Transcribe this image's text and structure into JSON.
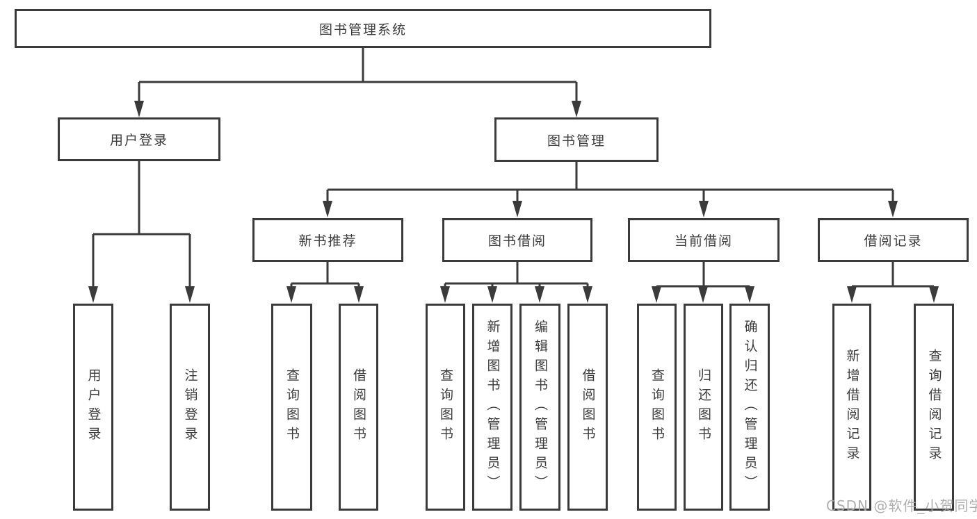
{
  "watermark": {
    "text": "CSDN @软件_小贺同学",
    "color": "#a8a8a8"
  },
  "colors": {
    "line": "#3b3b3b",
    "box_border": "#3b3b3b",
    "box_background": "#ffffff",
    "text": "#3c3c3c",
    "watermark": "#a8a8a8"
  },
  "tree": {
    "label": "图书管理系统",
    "children": [
      {
        "label": "用户登录",
        "children": [
          {
            "label": "用户登录"
          },
          {
            "label": "注销登录"
          }
        ]
      },
      {
        "label": "图书管理",
        "children": [
          {
            "label": "新书推荐",
            "children": [
              {
                "label": "查询图书"
              },
              {
                "label": "借阅图书"
              }
            ]
          },
          {
            "label": "图书借阅",
            "children": [
              {
                "label": "查询图书"
              },
              {
                "label": "新增图书（管理员）"
              },
              {
                "label": "编辑图书（管理员）"
              },
              {
                "label": "借阅图书"
              }
            ]
          },
          {
            "label": "当前借阅",
            "children": [
              {
                "label": "查询图书"
              },
              {
                "label": "归还图书"
              },
              {
                "label": "确认归还（管理员）"
              }
            ]
          },
          {
            "label": "借阅记录",
            "children": [
              {
                "label": "新增借阅记录"
              },
              {
                "label": "查询借阅记录"
              }
            ]
          }
        ]
      }
    ]
  }
}
